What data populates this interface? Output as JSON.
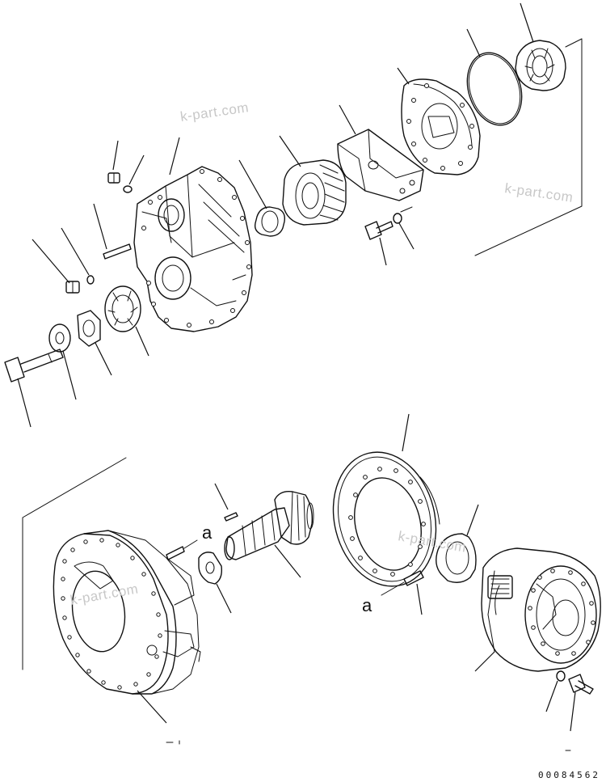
{
  "watermarks": [
    "k-part.com",
    "k-part.com",
    "k-part.com",
    "k-part.com"
  ],
  "assembly_marks": [
    "a",
    "a"
  ],
  "figure_code": "00084562"
}
